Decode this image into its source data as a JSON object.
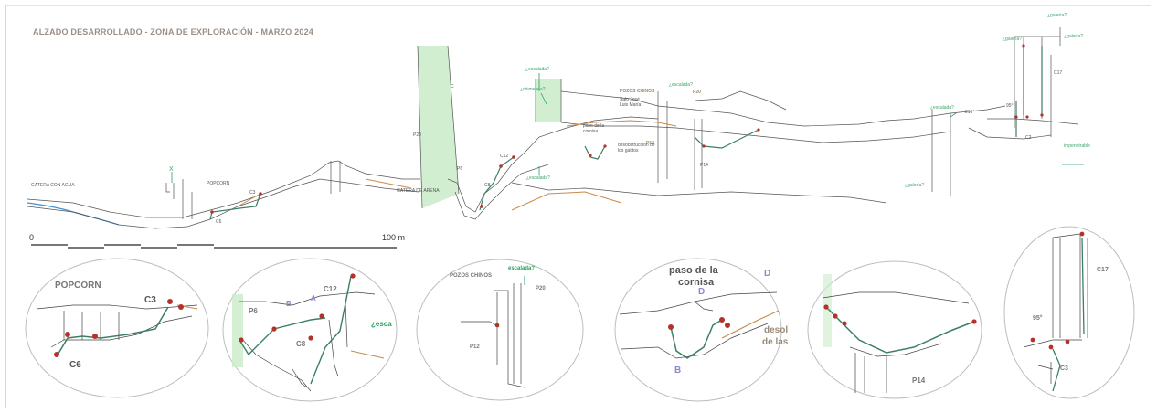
{
  "title": "ALZADO DESARROLLADO - ZONA DE EXPLORACIÓN - MARZO 2024",
  "scale": {
    "start": "0",
    "end": "100 m"
  },
  "colors": {
    "cave_line": "#555555",
    "rope_green": "#3b7f63",
    "anchor_red": "#b5322b",
    "sediment_orange": "#c98a4b",
    "water_blue": "#3c8fd6",
    "shaft_fill": "#c9ebc9",
    "lead_green": "#22a05b",
    "accent_purple": "#8a88d0",
    "ellipse_border": "#bdbdbd"
  },
  "main_labels": {
    "gatera_agua": "GATERA CON AGUA",
    "popcorn": "POPCORN",
    "x": "X",
    "c3": "C3",
    "c6": "C6",
    "p20": "P20",
    "c_shaft": "C",
    "gatera_arena": "GATERA DE ARENA",
    "p6": "P6",
    "c8": "C8",
    "c12": "C12",
    "escalada_1": "¿escalada?",
    "escalada_2": "¿escalada?",
    "escalada_3": "¿escalada?",
    "escalada_4": "¿escalada?",
    "chimenea": "¿chimenea?",
    "pozos_chinos": "POZOS CHINOS",
    "p20b": "P20",
    "salo_jose": "Salo José Luis María",
    "paso_cornisa": "paso de la cornisa",
    "desobstruccion": "desobstrucción de los gatitos",
    "p12": "P12",
    "p14": "P14",
    "galeria_1": "¿galería?",
    "galeria_2": "¿galería?",
    "galeria_3": "¿galería?",
    "galeria_4": "¿galería?",
    "deg_216": "216°",
    "deg_95": "95°",
    "c17": "C17",
    "c2": "C2",
    "impenetrable": "impenetrable"
  },
  "insets": [
    {
      "id": "popcorn",
      "labels": {
        "title": "POPCORN",
        "c3": "C3",
        "c6": "C6"
      }
    },
    {
      "id": "c12",
      "labels": {
        "p6": "P6",
        "b": "B",
        "a": "A",
        "c12": "C12",
        "c8": "C8",
        "escalada": "¿esca"
      }
    },
    {
      "id": "pozos",
      "labels": {
        "title": "POZOS CHINOS",
        "escalada": "escalada?",
        "p20": "P20",
        "p12": "P12"
      }
    },
    {
      "id": "cornisa",
      "labels": {
        "title1": "paso de la",
        "title2": "cornisa",
        "d_top": "D",
        "d": "D",
        "b": "B",
        "deso1": "desol",
        "deso2": "de las"
      }
    },
    {
      "id": "p14",
      "labels": {
        "p14": "P14"
      }
    },
    {
      "id": "c17",
      "labels": {
        "c17": "C17",
        "deg": "95°",
        "c3": "C3"
      }
    }
  ]
}
